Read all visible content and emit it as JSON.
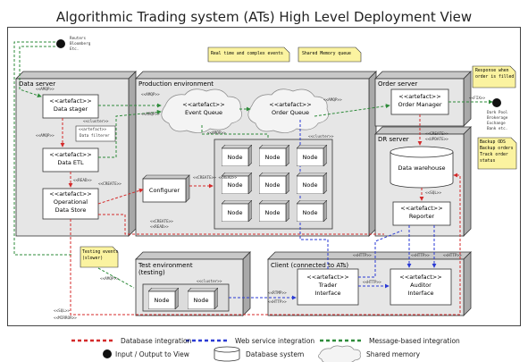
{
  "title": "Algorithmic Trading system (ATs) High Level Deployment View",
  "nodes": {
    "data_server": "Data server",
    "production": "Production environment",
    "order_server": "Order server",
    "dr_server": "DR server",
    "test_env_line1": "Test environment",
    "test_env_line2": "(testing)",
    "client": "Client (connected to ATs)"
  },
  "artefacts": {
    "stereotype": "<<artefact>>",
    "data_stager": "Data stager",
    "data_etl": "Data ETL",
    "ods_line1": "Operational",
    "ods_line2": "Data Store",
    "event_queue": "Event Queue",
    "order_queue": "Order Queue",
    "order_manager": "Order Manager",
    "reporter": "Reporter",
    "trader_line1": "Trader",
    "trader_line2": "Interface",
    "auditor_line1": "Auditor",
    "auditor_line2": "Interface",
    "data_filterer_line1": "<<artefact>>",
    "data_filterer_line2": "Data filterer"
  },
  "configurer": "Configurer",
  "node_label": "Node",
  "data_warehouse": "Data warehouse",
  "notes": {
    "realtime": "Real time and complex events",
    "shared_memory": "Shared Memory queue",
    "response": [
      "Response when",
      "order is filled"
    ],
    "backup": [
      "Backup ODS",
      "Backup orders",
      "Track order",
      "status"
    ],
    "testing": [
      "Testing events",
      "(slower)"
    ]
  },
  "external": {
    "reuters": [
      "Reuters",
      "Bloomberg",
      "Etc."
    ],
    "dark_pool": [
      "Dark Pool",
      "Brokerage",
      "Exchange",
      "Bank etc."
    ]
  },
  "protocol_labels": {
    "amqp": "<<AMQP>>",
    "cluster": "<<cluster>>",
    "read": "<<READ>>",
    "create": "<<CREATE>>",
    "update": "<<UPDATE>>",
    "sql": "<<SQL>>",
    "http": "<<HTTP>>",
    "fix": "<<FIX>>",
    "rtmp": "<<RTMP>>",
    "mirror": "<<MIRROR>>",
    "create_read": "<<CREATE>> <<READ>>"
  },
  "legend": {
    "db_integration": "Database integration",
    "web_service": "Web service integration",
    "message_based": "Message-based integration",
    "io_view": "Input / Output to View",
    "database_system": "Database system",
    "shared_memory": "Shared memory"
  },
  "colors": {
    "db_line": "#d42a2a",
    "web_line": "#2a3ad4",
    "msg_line": "#2e8b3a",
    "node_face": "#e6e6e6",
    "node_top": "#c8c8c8",
    "node_side": "#a9a9a9",
    "note_fill": "#fbf3a0"
  }
}
